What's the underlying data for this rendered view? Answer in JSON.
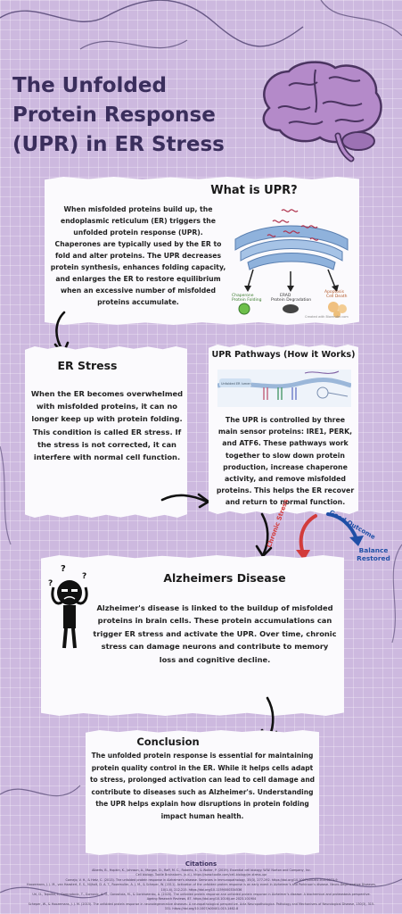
{
  "title": {
    "line1": "The Unfolded",
    "line2": "Protein Response",
    "line3": "(UPR) in ER Stress"
  },
  "what_is_upr": {
    "heading": "What is UPR?",
    "body": "When misfolded proteins build up, the endoplasmic reticulum (ER) triggers the unfolded protein response (UPR). Chaperones are typically used by the ER to fold and alter proteins. The UPR decreases protein synthesis, enhances folding capacity, and enlarges the ER to restore equilibrium when an excessive number of misfolded proteins accumulate.",
    "diagram_labels": {
      "chaperone": "Chaperone\nProtein Folding",
      "erad": "ERAD\nProtein Degradation",
      "apoptosis": "Apoptosis\nCell Death",
      "credit": "Created with Biorender.com"
    }
  },
  "er_stress": {
    "heading": "ER Stress",
    "body": "When the ER becomes overwhelmed with misfolded proteins, it can no longer keep up with protein folding. This condition is called ER stress. If the stress is not corrected, it can interfere with normal cell function."
  },
  "upr_pathways": {
    "heading": "UPR Pathways (How it Works)",
    "body": "The UPR is controlled by three main sensor proteins: IRE1, PERK, and ATF6. These pathways work together to slow down protein production, increase chaperone activity, and remove misfolded proteins. This helps the ER recover and return to normal function.",
    "diagram_label": "Unfolded ER lumen"
  },
  "outcomes": {
    "chronic": "Chronic Stress",
    "good": "Good Outcome",
    "balance_line1": "Balance",
    "balance_line2": "Restored"
  },
  "alzheimers": {
    "heading": "Alzheimers Disease",
    "body": "Alzheimer's disease is linked to the buildup of misfolded proteins in brain cells. These protein accumulations can trigger ER stress and activate the UPR. Over time, chronic stress can damage neurons and contribute to memory loss and cognitive decline.",
    "question_mark": "?"
  },
  "conclusion": {
    "heading": "Conclusion",
    "body": "The unfolded protein response is essential for maintaining protein quality control in the ER. While it helps cells adapt to stress, prolonged activation can lead to cell damage and contribute to diseases such as Alzheimer's. Understanding the UPR helps explain how disruptions in protein folding impact human health."
  },
  "citations": {
    "heading": "Citations",
    "items": [
      "Alberts, B., Hopkin, K., Johnson, A., Morgan, D., Raff, M. C., Roberts, K., & Walter, P. (2019). Essential cell biology. W.W. Norton and Company, Inc.",
      "Cell biology. Tootle Brainstorm. (n.d.). https://www.tootle.com/cell-biology/er-stress-upr",
      "Cornejo, V. H., & Hetz, C. (2013). The unfolded protein response in Alzheimer's disease. Seminars in Immunopathology, 35(3), 277-292. https://doi.org/10.1007/s00281-013-0373-9",
      "Hoozemans, J. J. M., van Haastert, E. S., Nijholt, D. A. T., Rozemuller, A. J. M., & Scheper, W. (2011). Activation of the unfolded protein response is an early event in Alzheimer's and Parkinson's disease. Neuro-Degenerative Diseases, 10(1-4), 212-215. https://doi.org/10.1159/000334536",
      "Uri, D., Topolko, I., Gamradovic, T., Gornovic, A. G., Gorostiola, M., & Gorbhatenko, A. (2020). The unfolded protein response and unfolded protein response in Alzheimer's disease: A biochemical and proteostasis perspective. Ageing Research Reviews, 87. https://doi.org/10.1016/j.arr.2023.101904",
      "Scheper, W., & Hoozemans, J. J. M. (2015). The unfolded protein response in neurodegenerative diseases: A neuropathological perspective. Acta Neuropathologica: Pathology and Mechanisms of Neurological Disease, 130(3), 315-331. https://doi.org/10.1007/s00401-015-1462-8"
    ]
  },
  "colors": {
    "background": "#cdb9df",
    "title": "#3a2e5c",
    "card": "#fbfafd",
    "chronic_arrow": "#d23b3b",
    "good_arrow": "#1f4fa6",
    "brain": "#b07cc6"
  }
}
